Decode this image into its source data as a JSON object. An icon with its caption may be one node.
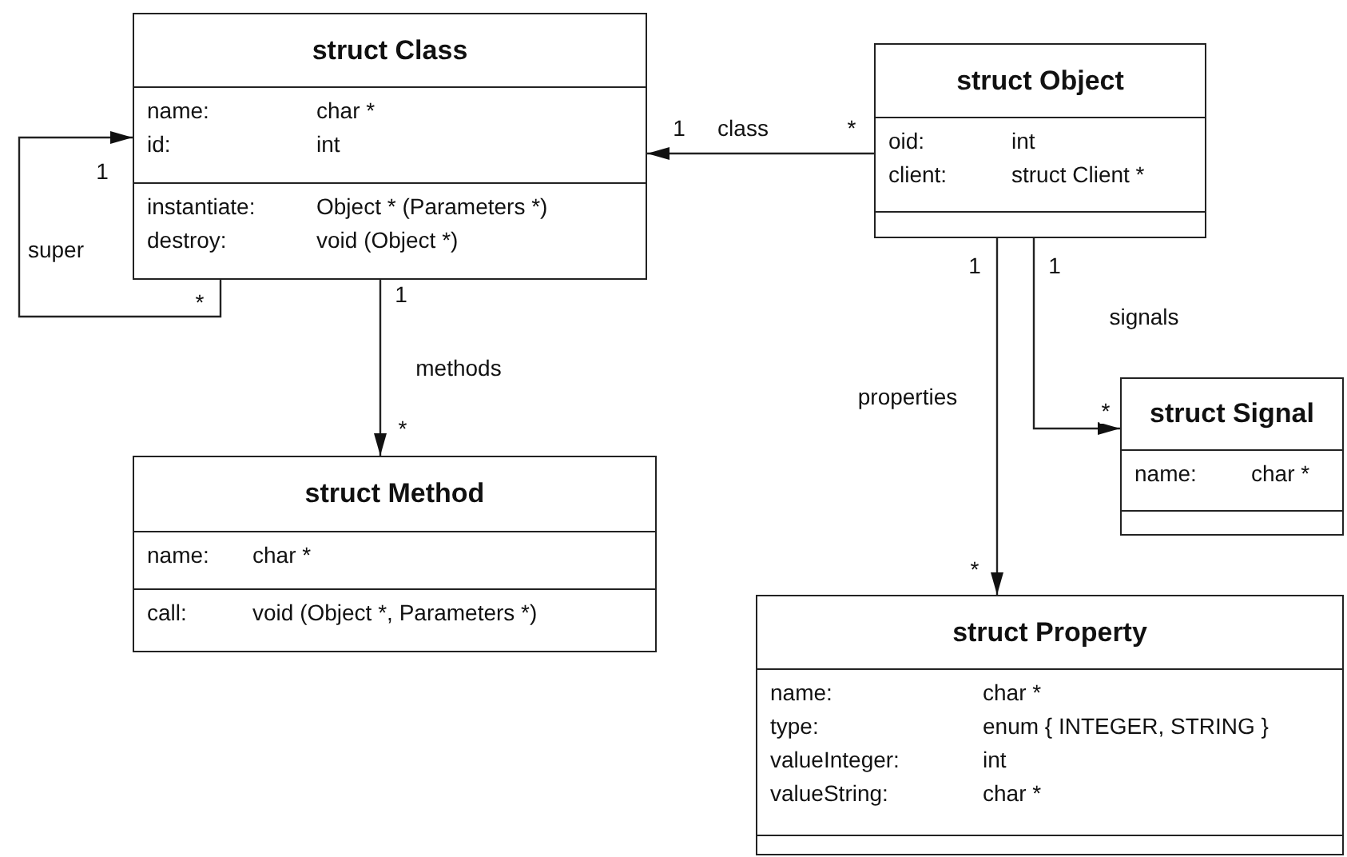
{
  "diagram": {
    "nodes": [
      {
        "text": [
          "struct Class",
          "name:",
          "char *",
          "id:",
          "int",
          "instantiate:",
          "Object * (Parameters *)",
          "destroy:",
          "void (Object *)"
        ]
      },
      {
        "text": [
          "struct Object",
          "oid:",
          "int",
          "client:",
          "struct Client *"
        ]
      },
      {
        "text": [
          "struct Method",
          "name:",
          "char *",
          "call:",
          "void (Object *, Parameters *)"
        ]
      },
      {
        "text": [
          "struct Signal",
          "name:",
          "char *"
        ]
      },
      {
        "text": [
          "struct Property",
          "name:",
          "char *",
          "type:",
          "enum { INTEGER, STRING }",
          "valueInteger:",
          "int",
          "valueString:",
          "char *"
        ]
      }
    ],
    "edges": [
      {
        "from": 1,
        "to": 0,
        "arrow": "to",
        "label": "class"
      },
      {
        "from": 0,
        "to": 0,
        "arrow": "to",
        "label": "super"
      },
      {
        "from": 0,
        "to": 2,
        "arrow": "to",
        "label": "methods"
      },
      {
        "from": 1,
        "to": 4,
        "arrow": "to",
        "label": "properties"
      },
      {
        "from": 1,
        "to": 3,
        "arrow": "to",
        "label": "signals"
      }
    ],
    "labels": [
      "1",
      "*",
      "1",
      "*",
      "1",
      "1",
      "1",
      "*",
      "*",
      "*"
    ]
  }
}
